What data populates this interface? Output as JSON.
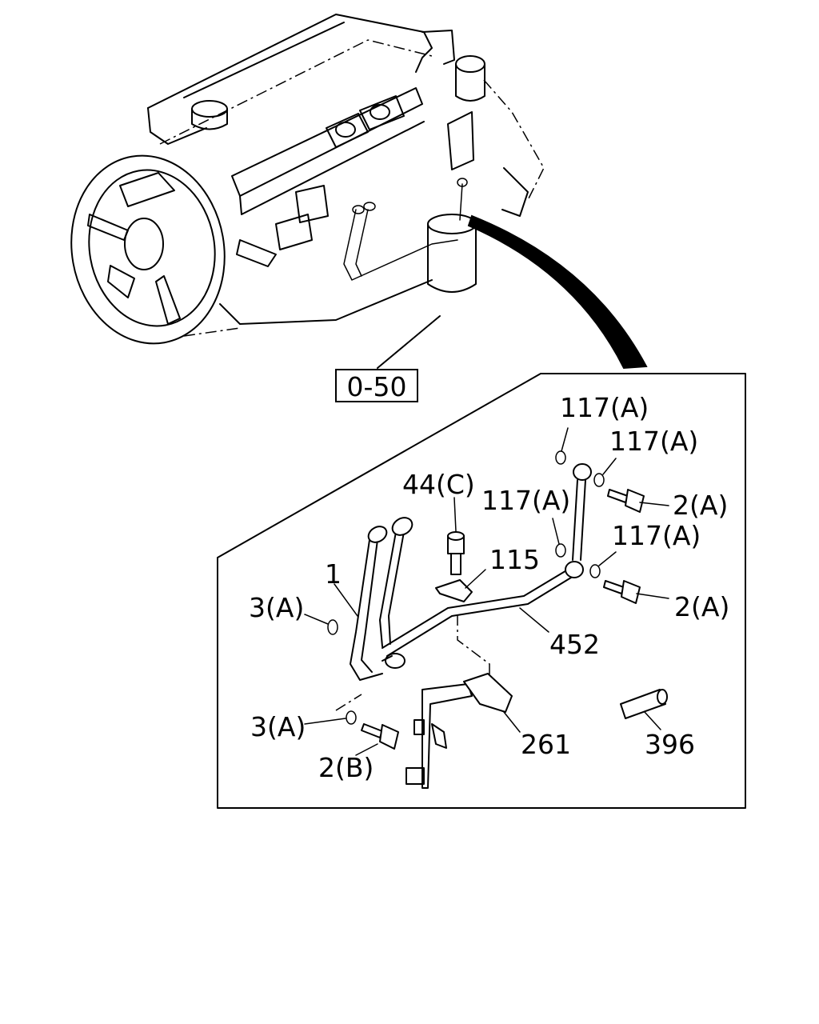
{
  "diagram": {
    "reference_box": "0-50",
    "callouts": [
      {
        "id": "c-117a-1",
        "text": "117(A)"
      },
      {
        "id": "c-117a-2",
        "text": "117(A)"
      },
      {
        "id": "c-117a-3",
        "text": "117(A)"
      },
      {
        "id": "c-117a-4",
        "text": "117(A)"
      },
      {
        "id": "c-44c",
        "text": "44(C)"
      },
      {
        "id": "c-115",
        "text": "115"
      },
      {
        "id": "c-1",
        "text": "1"
      },
      {
        "id": "c-3a-1",
        "text": "3(A)"
      },
      {
        "id": "c-3a-2",
        "text": "3(A)"
      },
      {
        "id": "c-2a-1",
        "text": "2(A)"
      },
      {
        "id": "c-2a-2",
        "text": "2(A)"
      },
      {
        "id": "c-452",
        "text": "452"
      },
      {
        "id": "c-261",
        "text": "261"
      },
      {
        "id": "c-396",
        "text": "396"
      },
      {
        "id": "c-2b",
        "text": "2(B)"
      }
    ]
  }
}
